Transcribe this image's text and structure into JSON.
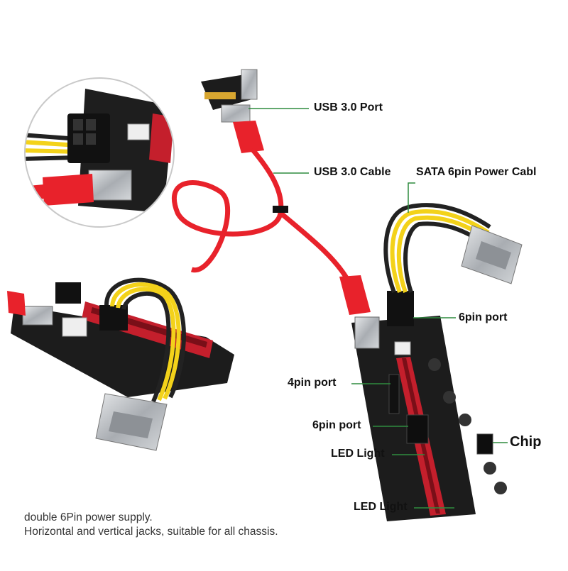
{
  "labels": {
    "usb_port": "USB 3.0 Port",
    "usb_cable": "USB 3.0 Cable",
    "sata_power": "SATA 6pin Power Cabl",
    "six_pin_port_top": "6pin port",
    "four_pin_port": "4pin port",
    "six_pin_port_bottom": "6pin port",
    "led_light_1": "LED Light",
    "chip": "Chip",
    "led_light_2": "LED Light"
  },
  "caption": {
    "line1": "double 6Pin power supply.",
    "line2": "Horizontal and vertical jacks, suitable for all chassis."
  },
  "colors": {
    "cable_red": "#e8222b",
    "pointer_green": "#2e8b3e",
    "board_black": "#1c1c1c",
    "slot_red": "#c41f2c",
    "wire_yellow": "#f3d21a",
    "connector_silver": "#b9bcc0"
  }
}
